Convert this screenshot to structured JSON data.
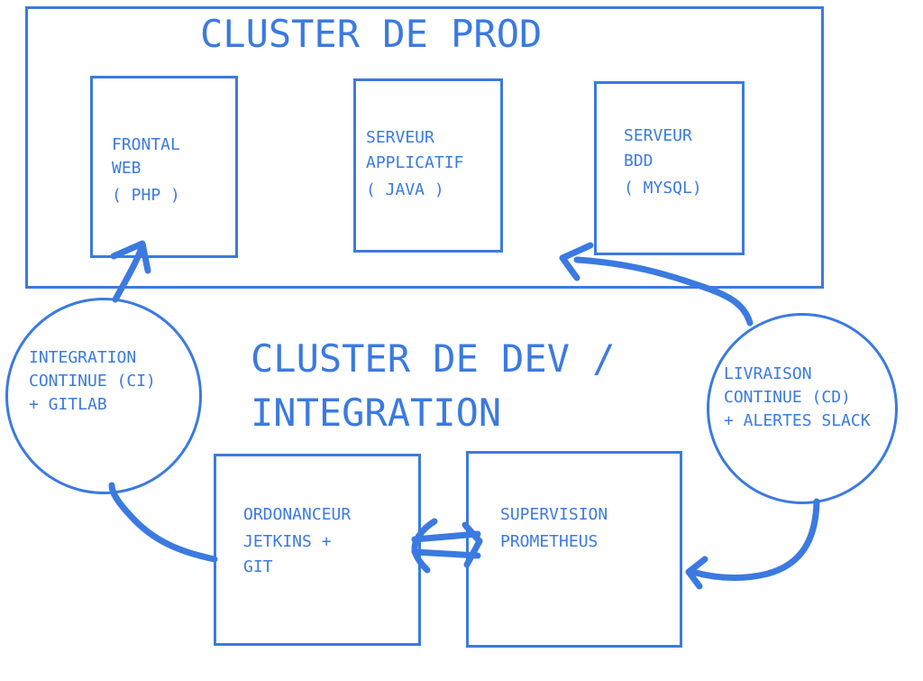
{
  "prod_cluster": {
    "title": "CLUSTER DE PROD",
    "frontal": {
      "line1": "FRONTAL",
      "line2": "WEB",
      "line3": "( PHP )"
    },
    "app_server": {
      "line1": "SERVEUR",
      "line2": "APPLICATIF",
      "line3": "( JAVA )"
    },
    "db_server": {
      "line1": "SERVEUR",
      "line2": "BDD",
      "line3": "( MYSQL)"
    }
  },
  "dev_cluster": {
    "title_line1": "CLUSTER DE DEV /",
    "title_line2": "INTEGRATION",
    "scheduler": {
      "line1": "ORDONANCEUR",
      "line2": "JETKINS +",
      "line3": "GIT"
    },
    "monitoring": {
      "line1": "SUPERVISION",
      "line2": "PROMETHEUS"
    }
  },
  "ci": {
    "line1": "INTEGRATION",
    "line2": "CONTINUE (CI)",
    "line3": "+ GITLAB"
  },
  "cd": {
    "line1": "LIVRAISON",
    "line2": "CONTINUE (CD)",
    "line3": "+ ALERTES SLACK"
  },
  "colors": {
    "stroke": "#3b7ae0",
    "background": "#ffffff"
  }
}
